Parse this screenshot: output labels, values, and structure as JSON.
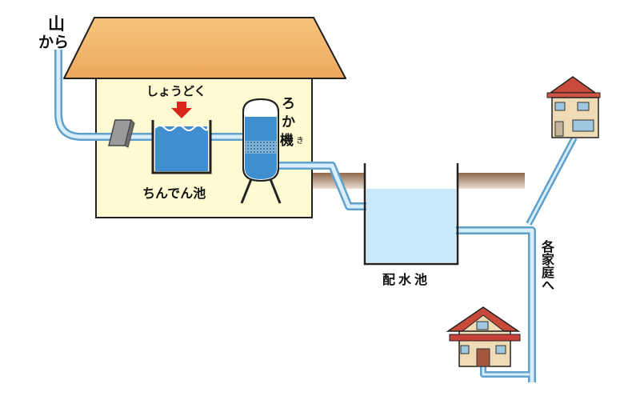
{
  "labels": {
    "source_mountain": "山",
    "source_from": "から",
    "disinfection": "しょうどく",
    "settling_tank": "ちんでん池",
    "filter_ro": "ろ",
    "filter_ka": "か",
    "filter_ki": "機",
    "filter_ruby": "き",
    "reservoir": "配水池",
    "to_homes": "各家庭へ"
  },
  "colors": {
    "roof": "#f2b96e",
    "building_wall": "#fefad2",
    "pipe": "#5fa0cc",
    "pipe_fill": "#d8eefa",
    "water": "#3f8fd0",
    "water_light": "#c9e8fa",
    "arrow": "#d9261c",
    "ground": "#a98a6e"
  }
}
